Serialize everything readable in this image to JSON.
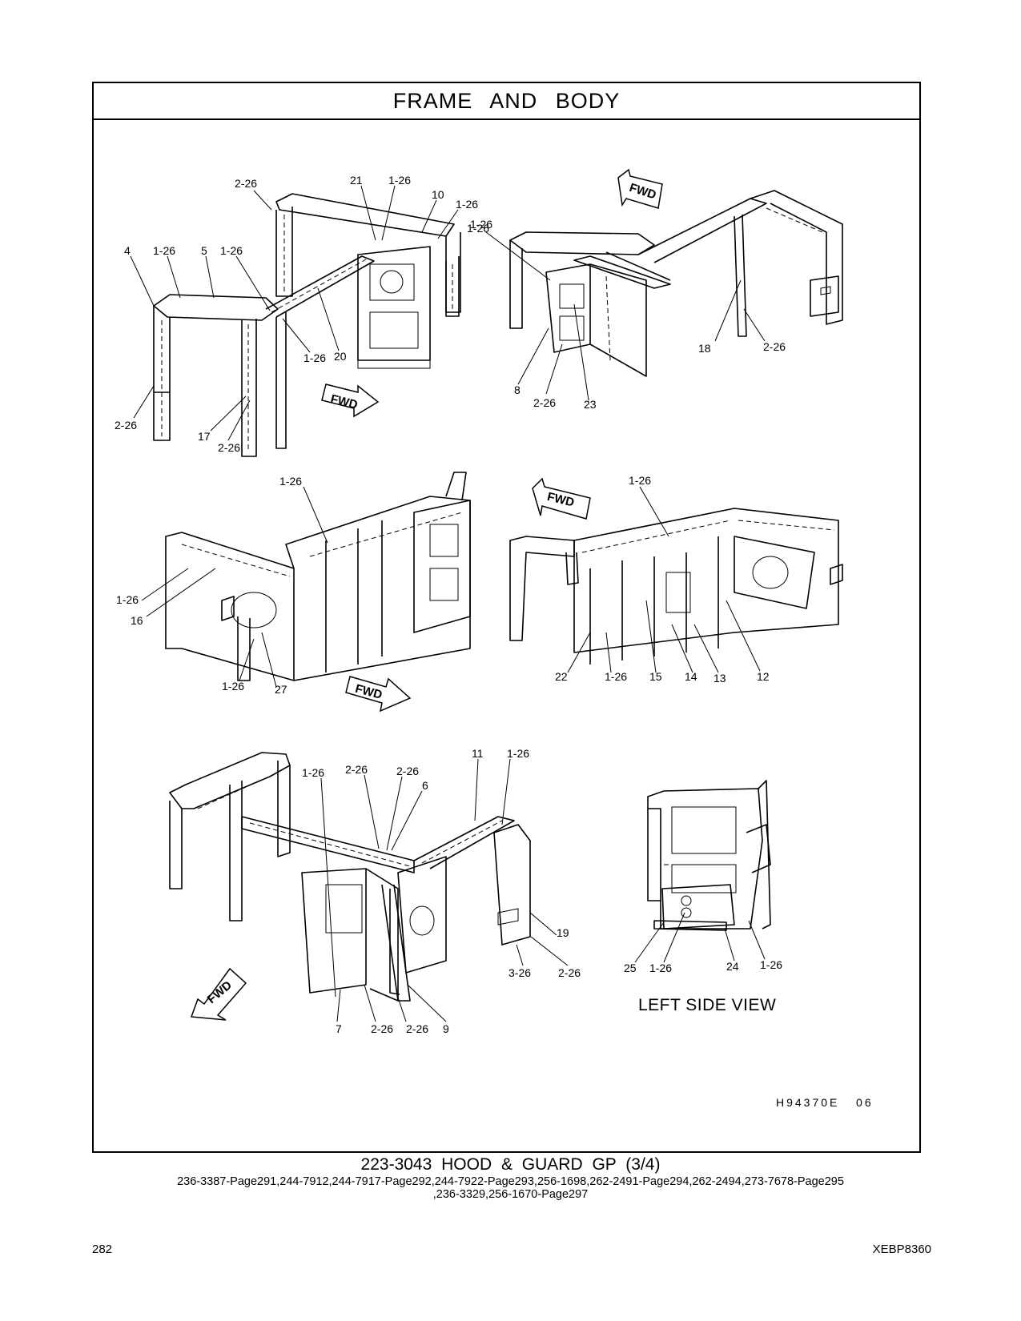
{
  "header": {
    "title": "FRAME AND BODY"
  },
  "views": {
    "view1": {
      "fwd": "FWD",
      "callouts": [
        "2-26",
        "21",
        "1-26",
        "10",
        "1-26",
        "1-26",
        "4",
        "1-26",
        "5",
        "1-26",
        "1-26",
        "20",
        "2-26",
        "17",
        "2-26"
      ]
    },
    "view2": {
      "fwd": "FWD",
      "callouts": [
        "1-26",
        "18",
        "2-26",
        "8",
        "2-26",
        "23"
      ]
    },
    "view3": {
      "fwd": "FWD",
      "callouts": [
        "1-26",
        "1-26",
        "16",
        "1-26",
        "27"
      ]
    },
    "view4": {
      "fwd": "FWD",
      "callouts": [
        "1-26",
        "22",
        "1-26",
        "15",
        "14",
        "13",
        "12"
      ]
    },
    "view5": {
      "fwd": "FWD",
      "callouts": [
        "11",
        "1-26",
        "1-26",
        "2-26",
        "2-26",
        "6",
        "19",
        "3-26",
        "2-26",
        "7",
        "2-26",
        "2-26",
        "9"
      ]
    },
    "view6": {
      "label": "LEFT SIDE VIEW",
      "callouts": [
        "25",
        "1-26",
        "24",
        "1-26"
      ]
    }
  },
  "illustration_code": "H94370E   06",
  "caption": {
    "main": "223-3043 HOOD & GUARD GP (3/4)",
    "refs_line1": "236-3387-Page291,244-7912,244-7917-Page292,244-7922-Page293,256-1698,262-2491-Page294,262-2494,273-7678-Page295",
    "refs_line2": ",236-3329,256-1670-Page297"
  },
  "footer": {
    "page": "282",
    "doc_code": "XEBP8360"
  }
}
